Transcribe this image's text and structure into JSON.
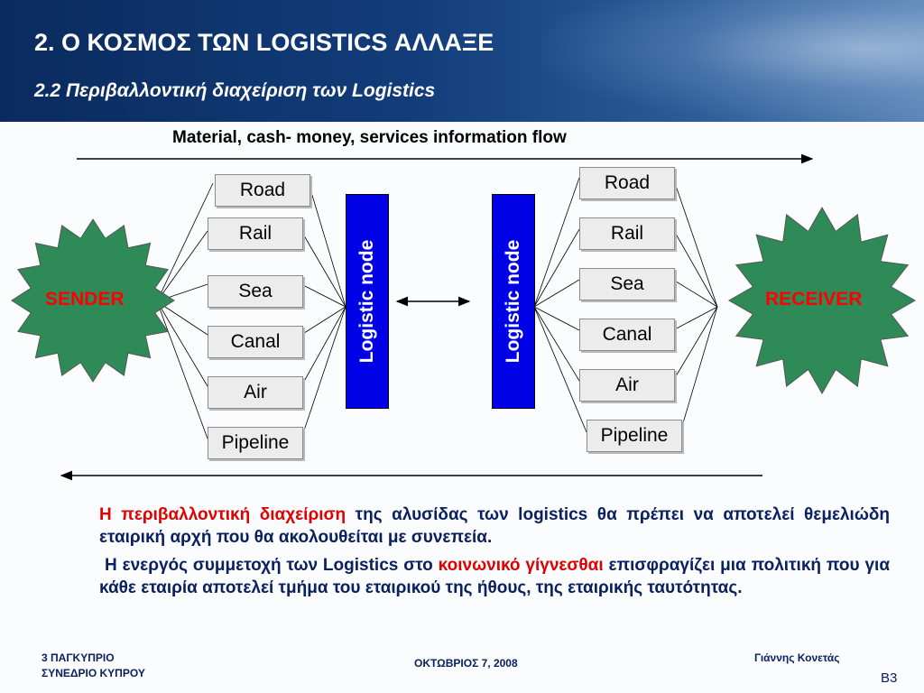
{
  "header": {
    "title": "2.  Ο ΚΟΣΜΟΣ ΤΩΝ LOGISTICS ΑΛΛΑΞΕ",
    "subtitle": "2.2 Περιβαλλοντική διαχείριση των Logistics"
  },
  "diagram": {
    "flow_label": "Material, cash- money, services  information flow",
    "sender": "SENDER",
    "receiver": "RECEIVER",
    "node_label": "Logistic node",
    "modes_left": [
      "Road",
      "Rail",
      "Sea",
      "Canal",
      "Air",
      "Pipeline"
    ],
    "modes_right": [
      "Road",
      "Rail",
      "Sea",
      "Canal",
      "Air",
      "Pipeline"
    ]
  },
  "paragraph": {
    "p1_red": "Η περιβαλλοντική διαχείριση",
    "p1_rest": " της αλυσίδας των logistics θα πρέπει να αποτελεί θεμελιώδη εταιρική αρχή που θα ακολουθείται με συνεπεία.",
    "p2_start": "Η ενεργός συμμετοχή των Logistics στο ",
    "p2_red": "κοινωνικό γίγνεσθαι",
    "p2_end": " επισφραγίζει μια πολιτική που για κάθε εταιρία αποτελεί τμήμα του εταιρικού της ήθους, της εταιρικής ταυτότητας."
  },
  "footer": {
    "left_line1": "3 ΠΑΓΚΥΠΡΙΟ",
    "left_line2": "ΣΥΝΕΔΡΙΟ ΚΥΠΡΟΥ",
    "date": "ΟΚΤΩΒΡΙΟΣ  7, 2008",
    "author": "Γιάννης Κονετάς",
    "page": "B3"
  },
  "colors": {
    "header_blue": "#123d7a",
    "star_green": "#2e8b57",
    "node_blue": "#0000e6",
    "red_text": "#e00000",
    "body_text": "#0a2060"
  }
}
